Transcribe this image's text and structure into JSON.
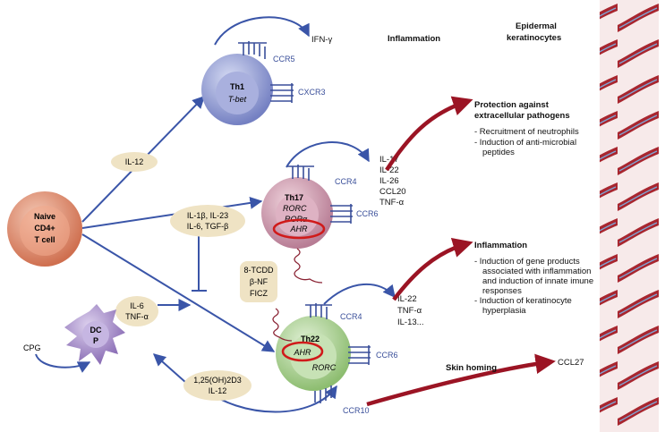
{
  "header": {
    "inflammation": "Inflammation",
    "keratinocytes_line1": "Epidermal",
    "keratinocytes_line2": "keratinocytes"
  },
  "naive": {
    "line1": "Naive",
    "line2": "CD4+",
    "line3": "T cell"
  },
  "th1": {
    "name": "Th1",
    "tf": "T-bet",
    "receptor1": "CCR5",
    "receptor2": "CXCR3",
    "cytokine": "IFN-γ"
  },
  "th17": {
    "name": "Th17",
    "tf1": "RORC",
    "tf2": "RORα",
    "ahr": "AHR",
    "receptor1": "CCR4",
    "receptor2": "CCR6",
    "cytokines": [
      "IL-17",
      "IL-22",
      "IL-26",
      "CCL20",
      "TNF-α"
    ]
  },
  "th22": {
    "name": "Th22",
    "ahr": "AHR",
    "tf": "RORC",
    "receptor1": "CCR4",
    "receptor2": "CCR6",
    "receptor3": "CCR10",
    "cytokines": [
      "IL-22",
      "TNF-α",
      "IL-13..."
    ]
  },
  "dc": {
    "line1": "DC",
    "line2": "P",
    "stimulus": "CPG"
  },
  "inducers": {
    "il12": "IL-12",
    "th17_line1": "IL-1β, IL-23",
    "th17_line2": "IL-6, TGF-β",
    "ligands": [
      "8-TCDD",
      "β-NF",
      "FICZ"
    ],
    "dc_line1": "IL-6",
    "dc_line2": "TNF-α",
    "vitd_line1": "1,25(OH)2D3",
    "vitd_line2": "IL-12"
  },
  "outcome1": {
    "title_line1": "Protection against",
    "title_line2": "extracellular pathogens",
    "bullets": [
      "- Recruitment of neutrophils",
      "- Induction of anti-microbial",
      "  peptides"
    ]
  },
  "outcome2": {
    "title": "Inflammation",
    "bullets": [
      "- Induction of gene products",
      "  associated with inflammation",
      "  and induction of innate imune",
      "  responses",
      "- Induction of keratinocyte",
      "  hyperplasia"
    ]
  },
  "outcome3": {
    "title": "Skin homing",
    "chemokine": "CCL27"
  },
  "colors": {
    "arrow_blue": "#3a55a8",
    "arrow_red": "#9b1424",
    "th1": "#8a93cf",
    "th17": "#c98fa6",
    "th22": "#a8cf8e",
    "naive": "#d98b6e",
    "oval": "#efe3c4",
    "dc": "#9f86c4",
    "ahr_ring": "#d01a1a",
    "keratinocyte": "#a8262f"
  }
}
